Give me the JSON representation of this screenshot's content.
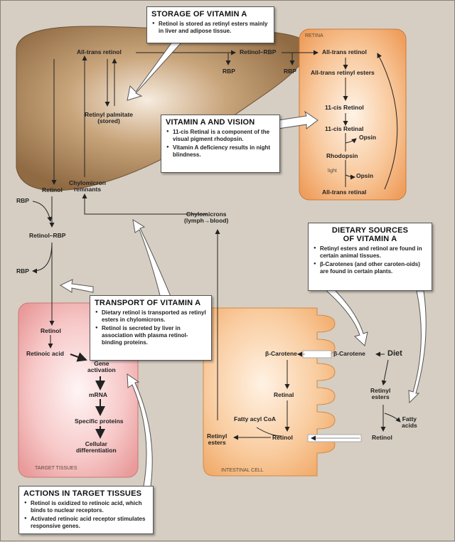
{
  "regions": {
    "retina": "RETINA",
    "target": "TARGET TISSUES",
    "intestine": "INTESTINAL CELL"
  },
  "liver": {
    "all_trans_retinol": "All-trans retinol",
    "retinyl_palmitate": "Retinyl palmitate\n(stored)",
    "retinol": "Retinol",
    "chylomicron_remnants": "Chylomicron\nremnants"
  },
  "transport": {
    "retinol_rbp_top": "Retinol–RBP",
    "rbp_a": "RBP",
    "rbp_b": "RBP",
    "rbp_left_top": "RBP",
    "retinol_rbp_left": "Retinol–RBP",
    "rbp_left_bottom": "RBP",
    "chylomicrons": "Chylomicrons\n(lymph→blood)"
  },
  "retina_path": {
    "all_trans_retinol": "All-trans retinol",
    "all_trans_retinyl_esters": "All-trans retinyl esters",
    "cis_retinol": "11-cis Retinol",
    "cis_retinal": "11-cis Retinal",
    "opsin_in": "Opsin",
    "rhodopsin": "Rhodopsin",
    "light": "light",
    "opsin_out": "Opsin",
    "all_trans_retinal": "All-trans retinal"
  },
  "target_path": {
    "retinol": "Retinol",
    "retinoic_acid": "Retinoic acid",
    "gene_activation": "Gene\nactivation",
    "mrna": "mRNA",
    "specific_proteins": "Specific proteins",
    "cellular_diff": "Cellular\ndifferentiation"
  },
  "intestine_path": {
    "beta_carotene_inner": "β-Carotene",
    "beta_carotene_outer": "β-Carotene",
    "diet": "Diet",
    "retinal": "Retinal",
    "fatty_acyl_coa": "Fatty acyl CoA",
    "retinol_inner": "Retinol",
    "retinyl_esters_inner": "Retinyl\nesters",
    "retinyl_esters_outer": "Retinyl\nesters",
    "fatty_acids": "Fatty\nacids",
    "retinol_outer": "Retinol"
  },
  "callouts": {
    "storage": {
      "title": "STORAGE OF VITAMIN A",
      "items": [
        "Retinol is stored as retinyl esters mainly in liver and adipose tissue."
      ]
    },
    "vision": {
      "title": "VITAMIN A AND VISION",
      "items": [
        "11-cis Retinal is a component of the visual pigment rhodopsin.",
        "Vitamin A deficiency results in night blindness."
      ]
    },
    "dietary": {
      "title": "DIETARY SOURCES\nOF VITAMIN A",
      "items": [
        "Retinyl esters and retinol are found in certain animal tissues.",
        "β-Carotenes (and other caroten-oids) are found in certain plants."
      ]
    },
    "transport": {
      "title": "TRANSPORT OF VITAMIN A",
      "items": [
        "Dietary retinol is transported as retinyl esters in chylomicrons.",
        "Retinol is secreted by liver in association with plasma retinol-binding proteins."
      ]
    },
    "actions": {
      "title": "ACTIONS IN TARGET TISSUES",
      "items": [
        "Retinol is oxidized to retinoic acid, which binds to nuclear receptors.",
        "Activated retinoic acid receptor stimulates responsive genes."
      ]
    }
  }
}
